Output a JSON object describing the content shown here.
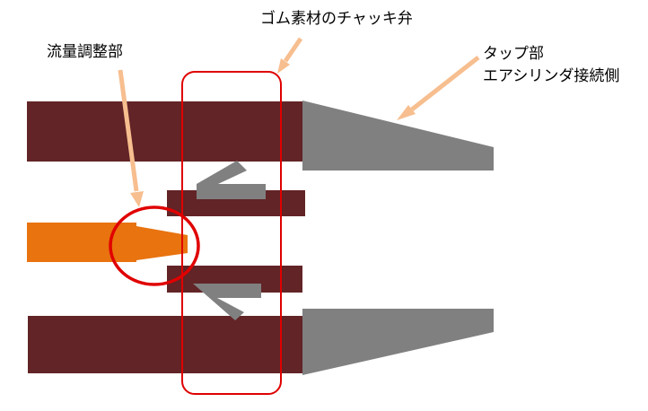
{
  "labels": {
    "check_valve": "ゴム素材のチャッキ弁",
    "flow_adjust": "流量調整部",
    "tap_line1": "タップ部",
    "tap_line2": "エアシリンダ接続側"
  },
  "colors": {
    "body": "#622426",
    "taper": "#808080",
    "valve": "#808080",
    "needle": "#E8730F",
    "highlight": "#E00000",
    "arrow": "#F7BE8F",
    "text": "#000000"
  }
}
